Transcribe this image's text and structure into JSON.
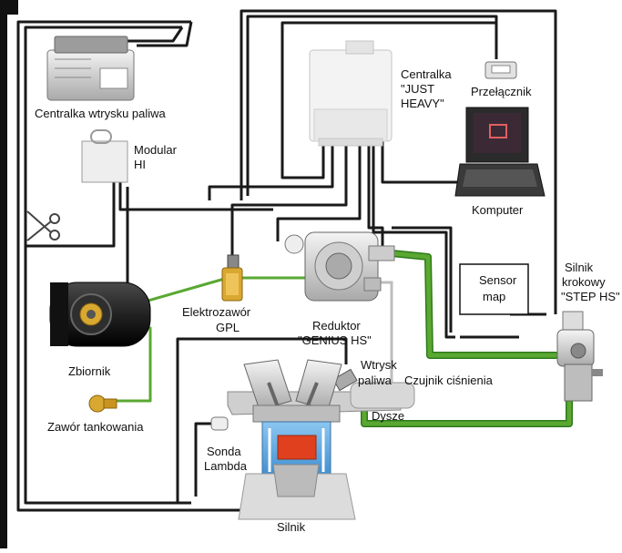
{
  "labels": {
    "ecu_petrol": "Centralka wtrysku paliwa",
    "modular_line1": "Modular",
    "modular_line2": "HI",
    "ecu_gas_line1": "Centralka",
    "ecu_gas_line2": "\"JUST",
    "ecu_gas_line3": "HEAVY\"",
    "switch": "Przełącznik",
    "computer": "Komputer",
    "sensor_line1": "Sensor",
    "sensor_line2": "map",
    "stepper_line1": "Silnik",
    "stepper_line2": "krokowy",
    "stepper_line3": "\"STEP HS\"",
    "solenoid_line1": "Elektrozawór",
    "solenoid_line2": "GPL",
    "reducer_line1": "Reduktor",
    "reducer_line2": "\"GENIUS HS\"",
    "tank": "Zbiornik",
    "filler_valve": "Zawór tankowania",
    "injector_line1": "Wtrysk",
    "injector_line2": "paliwa",
    "pressure_sensor": "Czujnik ciśnienia",
    "nozzles": "Dysze",
    "lambda_line1": "Sonda",
    "lambda_line2": "Lambda",
    "engine": "Silnik"
  },
  "colors": {
    "wire": "#1a1a1a",
    "gas_pipe": "#5aa832",
    "gas_pipe_dark": "#2f7a1a",
    "component_light": "#e6e6e6",
    "component_mid": "#b9b9b9",
    "component_dark": "#6d6d6d",
    "brass": "#d9a830",
    "cylinder_blue": "#5fa8e0",
    "piston_red": "#e0401e"
  }
}
